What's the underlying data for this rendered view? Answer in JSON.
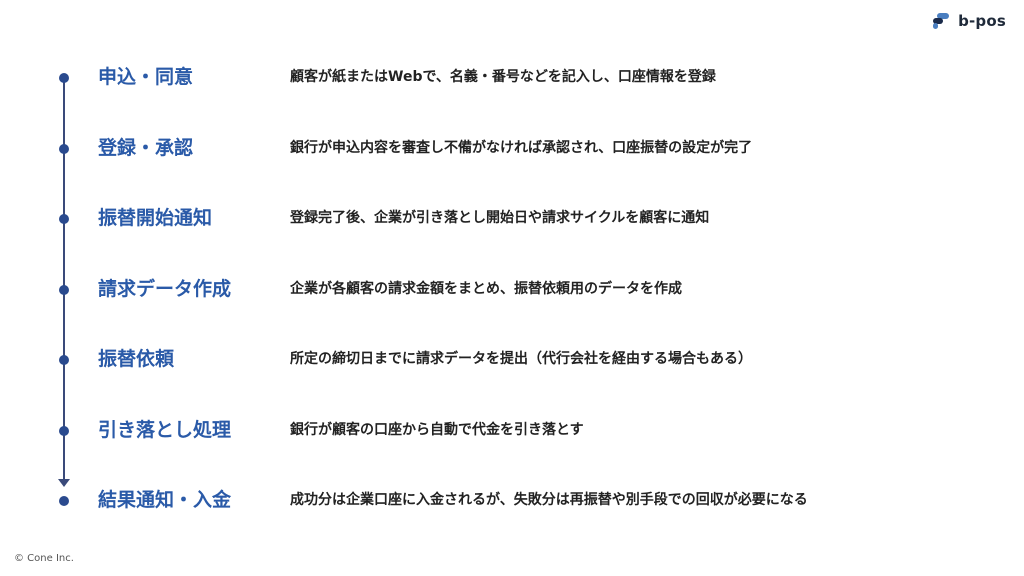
{
  "brand": {
    "name": "b-pos",
    "logo_icon": "b-pos-logo-icon",
    "logo_colors": [
      "#1a2a4a",
      "#4a7ec0"
    ]
  },
  "colors": {
    "title_blue": "#2a5aa8",
    "timeline": "#3a4a7a",
    "text": "#222222"
  },
  "steps": [
    {
      "title": "申込・同意",
      "description": "顧客が紙またはWebで、名義・番号などを記入し、口座情報を登録"
    },
    {
      "title": "登録・承認",
      "description": "銀行が申込内容を審査し不備がなければ承認され、口座振替の設定が完了"
    },
    {
      "title": "振替開始通知",
      "description": "登録完了後、企業が引き落とし開始日や請求サイクルを顧客に通知"
    },
    {
      "title": "請求データ作成",
      "description": "企業が各顧客の請求金額をまとめ、振替依頼用のデータを作成"
    },
    {
      "title": "振替依頼",
      "description": "所定の締切日までに請求データを提出（代行会社を経由する場合もある）"
    },
    {
      "title": "引き落とし処理",
      "description": "銀行が顧客の口座から自動で代金を引き落とす"
    },
    {
      "title": "結果通知・入金",
      "description": "成功分は企業口座に入金されるが、失敗分は再振替や別手段での回収が必要になる"
    }
  ],
  "footer": {
    "copyright": "© Cone Inc."
  }
}
